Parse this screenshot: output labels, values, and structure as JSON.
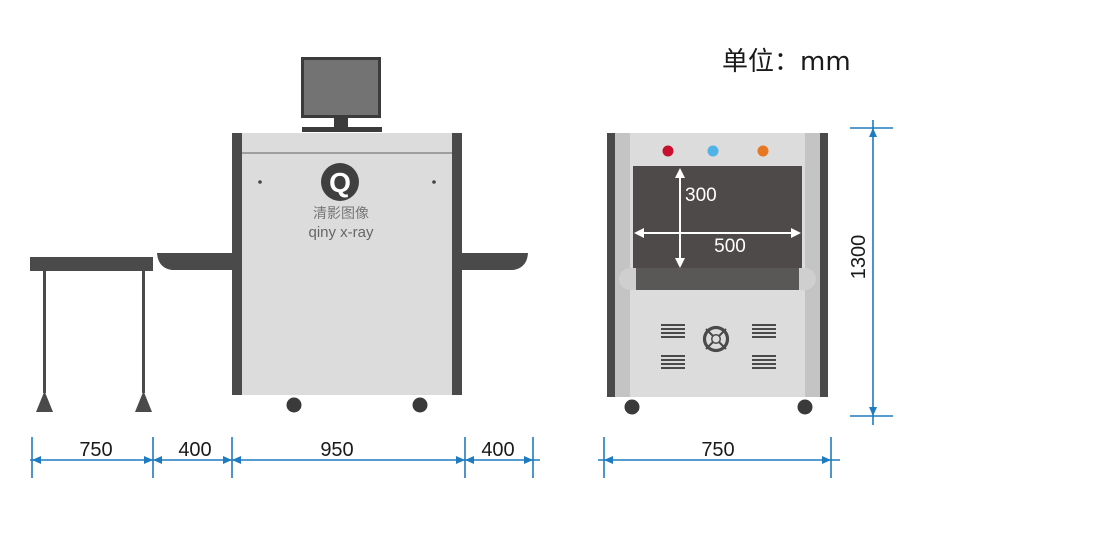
{
  "unit_label": "单位：mm",
  "brand": {
    "logo_letter": "Q",
    "name_cn": "清影图像",
    "name_en": "qiny x-ray"
  },
  "side_view": {
    "dimensions": [
      "750",
      "400",
      "950",
      "400"
    ]
  },
  "front_view": {
    "tunnel_height": "300",
    "tunnel_width": "500",
    "overall_width": "750",
    "overall_height": "1300",
    "indicator_colors": [
      "#c8102e",
      "#4fb3e8",
      "#e87722"
    ]
  },
  "colors": {
    "dimension_line": "#1f7bbf",
    "body_light": "#dcdcdc",
    "frame_dark": "#4a4a4a",
    "tunnel_dark": "#4d4a49"
  }
}
